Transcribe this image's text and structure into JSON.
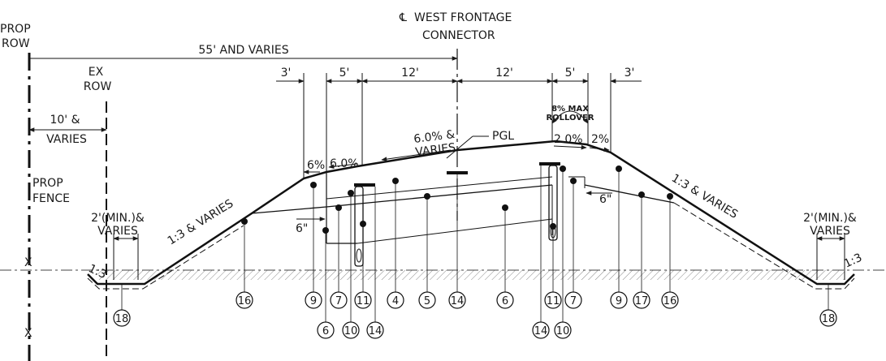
{
  "title": {
    "centerline_symbol": "℄",
    "line1": "WEST FRONTAGE",
    "line2": "CONNECTOR"
  },
  "row_labels": {
    "prop_row_1": "PROP",
    "prop_row_2": "ROW",
    "ex_row_1": "EX",
    "ex_row_2": "ROW",
    "prop_fence_1": "PROP",
    "prop_fence_2": "FENCE"
  },
  "dimensions": {
    "overall": "55' AND VARIES",
    "ten_varies_1": "10' &",
    "ten_varies_2": "VARIES",
    "d3_left": "3'",
    "d5_left": "5'",
    "d12_left": "12'",
    "d12_right": "12'",
    "d5_right": "5'",
    "d3_right": "3'",
    "ditch_left_1": "2'(MIN.)&",
    "ditch_left_2": "VARIES",
    "ditch_right_1": "2'(MIN.)&",
    "ditch_right_2": "VARIES",
    "six_in_left": "6\"",
    "six_in_right": "6\""
  },
  "slopes": {
    "left_shoulder_6pct": "6%",
    "left_shoulder_6_0pct": "6.0%",
    "main_1": "6.0% &",
    "main_2": "VARIES",
    "pgl": "PGL",
    "right_2_0pct": "2.0%",
    "right_2pct": "2%",
    "left_sideslope": "1:3 & VARIES",
    "right_sideslope": "1:3 & VARIES",
    "ditch_left_slope": "1:3",
    "ditch_right_slope": "1:3",
    "rollover_1": "8% MAX",
    "rollover_2": "ROLLOVER"
  },
  "fence_marks": [
    "X",
    "X"
  ],
  "callouts": [
    "16",
    "9",
    "6",
    "7",
    "10",
    "11",
    "14",
    "4",
    "5",
    "14",
    "6",
    "14",
    "11",
    "10",
    "7",
    "9",
    "17",
    "16",
    "18",
    "18"
  ]
}
